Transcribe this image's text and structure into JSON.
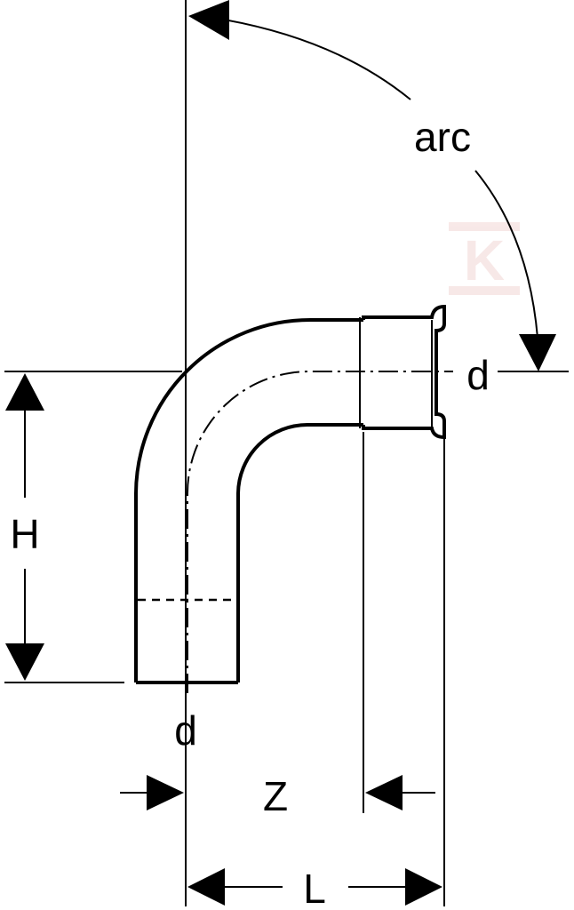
{
  "labels": {
    "arc": "arc",
    "d_outlet": "d",
    "d_inlet": "d",
    "H": "H",
    "Z": "Z",
    "L": "L"
  },
  "watermark": {
    "letter": "K",
    "color": "#f2d7d5"
  },
  "colors": {
    "line": "#000000",
    "background": "#ffffff"
  }
}
